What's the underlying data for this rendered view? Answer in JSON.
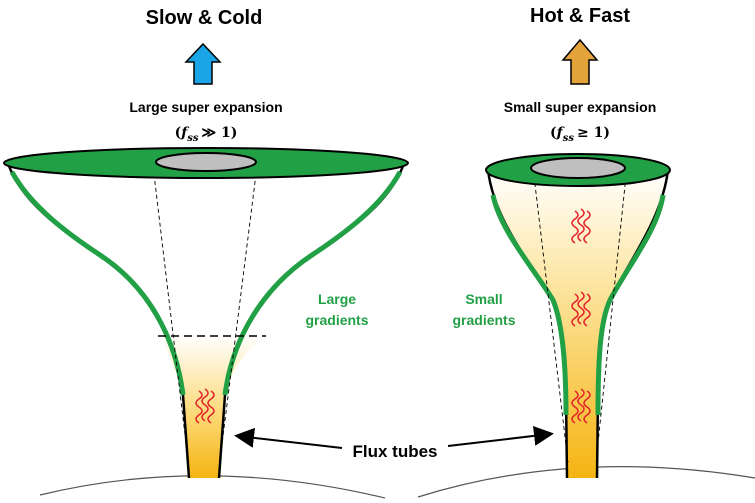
{
  "left_panel": {
    "title": "Slow & Cold",
    "expansion_label": "Large super expansion",
    "expansion_symbol": "f",
    "expansion_subscript": "ss",
    "expansion_relation": "≫ 1",
    "gradients_label_line1": "Large",
    "gradients_label_line2": "gradients",
    "arrow_color": "#1aa6e6"
  },
  "right_panel": {
    "title": "Hot & Fast",
    "expansion_label": "Small super expansion",
    "expansion_symbol": "f",
    "expansion_subscript": "ss",
    "expansion_relation": "≥ 1",
    "gradients_label_line1": "Small",
    "gradients_label_line2": "gradients",
    "arrow_color": "#e3a33a"
  },
  "shared_label": "Flux tubes",
  "colors": {
    "green": "#22a045",
    "gray_disk": "#bfbfbf",
    "heat_top": "#ffffff",
    "heat_bottom": "#f5b412",
    "heat_wave": "#e3262c"
  }
}
